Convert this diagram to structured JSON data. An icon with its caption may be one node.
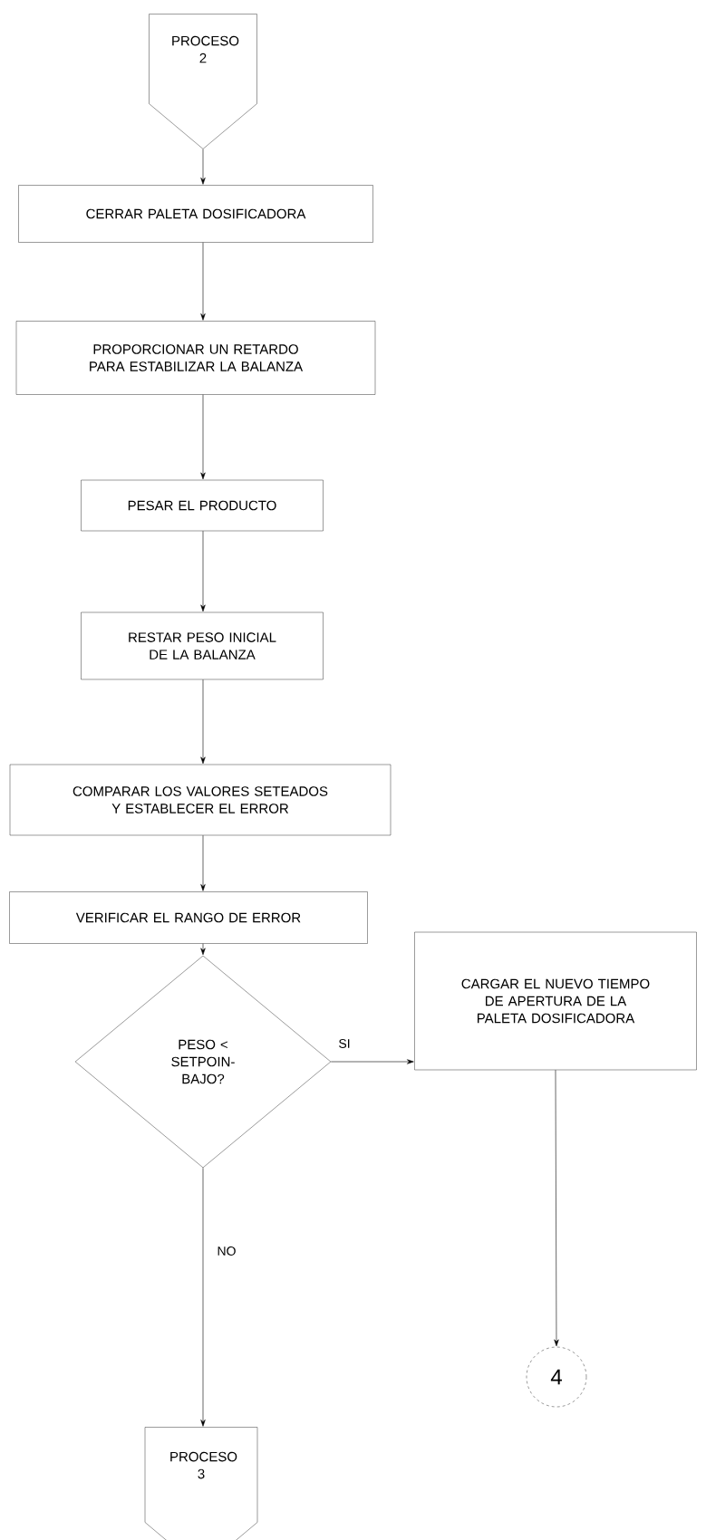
{
  "diagram": {
    "nodes": [
      {
        "text": [
          "PROCESO 2"
        ]
      },
      {
        "text": [
          "CERRAR PALETA DOSIFICADORA"
        ]
      },
      {
        "text": [
          "PROPORCIONAR UN RETARDO PARA ESTABILIZAR LA BALANZA"
        ]
      },
      {
        "text": [
          "PESAR EL PRODUCTO"
        ]
      },
      {
        "text": [
          "RESTAR PESO INICIAL DE LA BALANZA"
        ]
      },
      {
        "text": [
          "COMPARAR LOS VALORES SETEADOS Y ESTABLECER EL ERROR"
        ]
      },
      {
        "text": [
          "VERIFICAR EL RANGO DE ERROR"
        ]
      },
      {
        "text": [
          "PESO < SETPOIN- BAJO?"
        ]
      },
      {
        "text": [
          "CARGAR EL NUEVO TIEMPO DE APERTURA DE LA PALETA DOSIFICADORA"
        ]
      },
      {
        "text": [
          "4"
        ]
      },
      {
        "text": [
          "PROCESO 3"
        ]
      }
    ],
    "edges": [
      {
        "from": 0,
        "to": 1,
        "arrow": "to"
      },
      {
        "from": 1,
        "to": 2,
        "arrow": "to"
      },
      {
        "from": 2,
        "to": 3,
        "arrow": "to"
      },
      {
        "from": 3,
        "to": 4,
        "arrow": "to"
      },
      {
        "from": 4,
        "to": 5,
        "arrow": "to"
      },
      {
        "from": 5,
        "to": 6,
        "arrow": "to"
      },
      {
        "from": 6,
        "to": 7,
        "arrow": "to"
      },
      {
        "from": 7,
        "to": 8,
        "arrow": "to",
        "label": "SI"
      },
      {
        "from": 8,
        "to": 9,
        "arrow": "to"
      },
      {
        "from": 7,
        "to": 10,
        "arrow": "to",
        "label": "NO"
      }
    ]
  }
}
